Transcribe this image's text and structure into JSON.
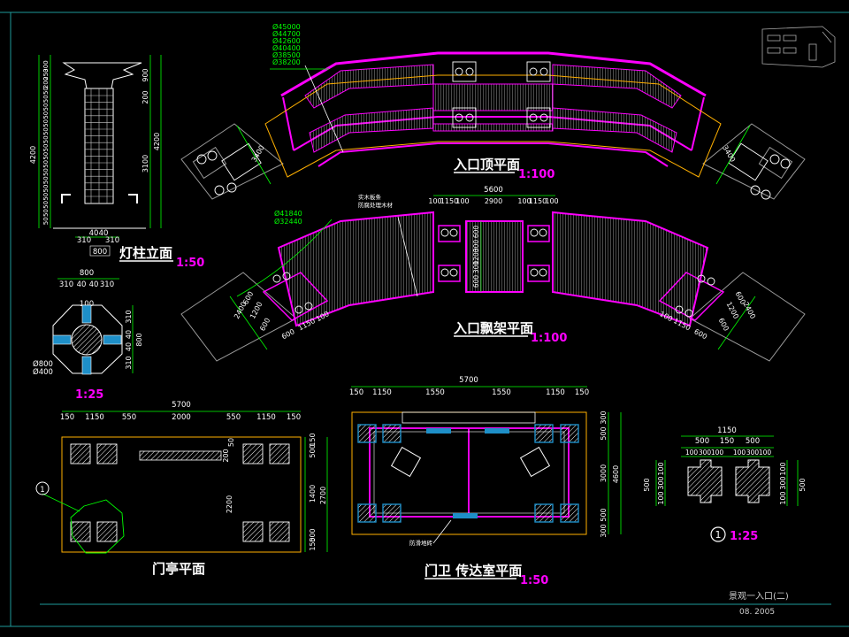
{
  "titles": {
    "lamp_post": "灯柱立面",
    "lamp_post_scale": "1:50",
    "lamp_post_section_scale": "1:25",
    "roof_plan": "入口顶平面",
    "roof_plan_scale": "1:100",
    "pergola_plan": "入口飘架平面",
    "pergola_plan_scale": "1:100",
    "gate_pavilion": "门亭平面",
    "guard_room": "门卫 传达室平面",
    "guard_room_scale": "1:50",
    "column_detail_scale": "1:25"
  },
  "title_block": {
    "name": "景观一入口(二)",
    "date": "08. 2005"
  },
  "lamp_post": {
    "left_dims": [
      "300",
      "250",
      "200",
      "50",
      "50",
      "50",
      "50",
      "50",
      "50",
      "50",
      "50",
      "50",
      "50",
      "50",
      "50",
      "50",
      "50",
      "50",
      "50",
      "50"
    ],
    "total_height": "4200",
    "right_dims": [
      "900",
      "200",
      "3100"
    ],
    "right_total": "4200",
    "bottom_dims": [
      "310",
      "40",
      "40",
      "310"
    ],
    "bottom_total": "800"
  },
  "lamp_section": {
    "top_total": "800",
    "top_dims": [
      "310",
      "40",
      "40",
      "310"
    ],
    "top_mid": "100",
    "right_dims": [
      "310",
      "40",
      "40",
      "310"
    ],
    "right_total": "800",
    "diameters": [
      "Ø800",
      "Ø400"
    ]
  },
  "roof_plan": {
    "radii": [
      "Ø45000",
      "Ø44700",
      "Ø42600",
      "Ø40400",
      "Ø38500",
      "Ø38200"
    ],
    "left_dim": "3400",
    "right_dim": "3400"
  },
  "pergola_plan": {
    "radii": [
      "Ø41840",
      "Ø32440"
    ],
    "note_line1": "实木板条",
    "note_line2": "防腐处理木材",
    "top_total": "5600",
    "top_dims": [
      "100",
      "1150",
      "100",
      "2900",
      "100",
      "1150",
      "100"
    ],
    "mid_dims": [
      "600",
      "300",
      "1200",
      "300",
      "600"
    ],
    "left_vdims": [
      "600",
      "1200",
      "600"
    ],
    "left_total": "2400",
    "left_bottom": [
      "600",
      "1150",
      "100"
    ],
    "right_vdims": [
      "600",
      "1200",
      "600"
    ],
    "right_total": "2400",
    "right_bottom": [
      "100",
      "1150",
      "600"
    ]
  },
  "gate_pavilion": {
    "top_total": "5700",
    "top_dims": [
      "150",
      "1150",
      "550",
      "2000",
      "550",
      "1150",
      "150"
    ],
    "inner_dims": [
      "200",
      "50"
    ],
    "right_dims": [
      "500",
      "150",
      "1400",
      "150",
      "500"
    ],
    "right_total": "2700",
    "mid_dim": "2200",
    "callout": "1"
  },
  "guard_room": {
    "top_total": "5700",
    "top_dims": [
      "150",
      "1150",
      "1550",
      "1550",
      "1150",
      "150"
    ],
    "right_dims": [
      "300",
      "500",
      "3000",
      "500",
      "300"
    ],
    "right_total": "4600",
    "note": "防滑地砖"
  },
  "column_detail": {
    "top_total": "1150",
    "top_dims": [
      "500",
      "150",
      "500"
    ],
    "sub_dims": [
      "100",
      "300",
      "100",
      "100",
      "300",
      "100"
    ],
    "left_dims": [
      "100",
      "300",
      "100"
    ],
    "left_total": "500",
    "right_dims": [
      "100",
      "300",
      "100"
    ],
    "right_total": "500",
    "callout": "1"
  }
}
